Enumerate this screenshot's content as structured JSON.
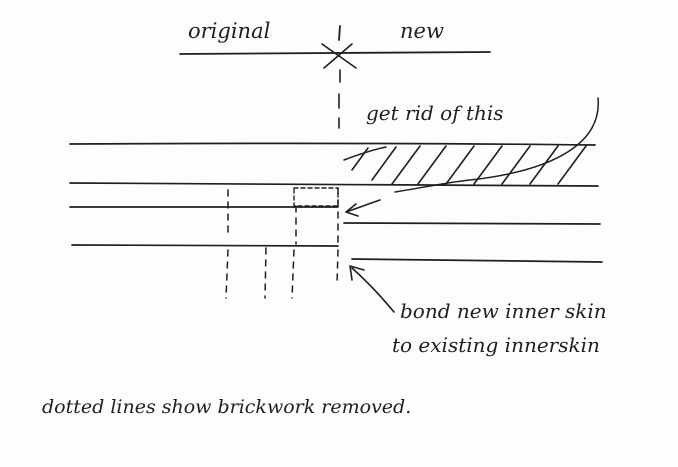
{
  "labels": {
    "original": "original",
    "new": "new",
    "get_rid": "get rid of this",
    "bond_line1": "bond new inner skin",
    "bond_line2": "to existing innerskin",
    "caption": "dotted lines show brickwork removed."
  },
  "colors": {
    "ink": "#1f1f1f",
    "paper": "#fdfdfd"
  }
}
